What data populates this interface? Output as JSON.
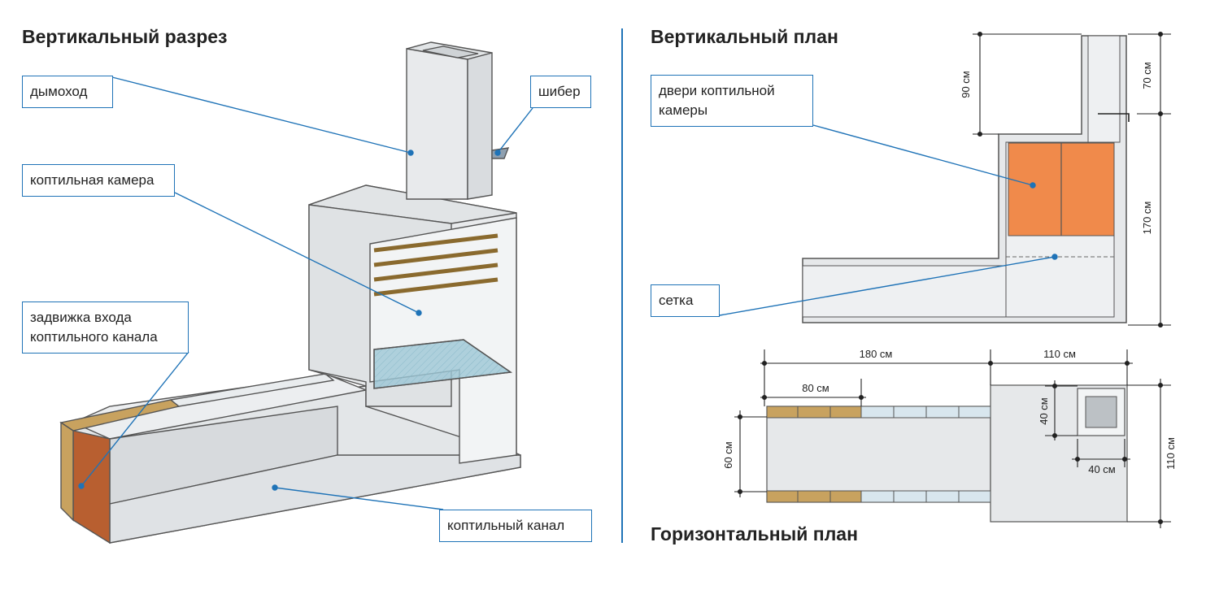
{
  "left": {
    "title": "Вертикальный разрез",
    "labels": {
      "chimney": "дымоход",
      "damper": "шибер",
      "chamber": "коптильная камера",
      "gate": "задвижка входа\nкоптильного канала",
      "channel": "коптильный канал"
    }
  },
  "right": {
    "vertical_plan_title": "Вертикальный план",
    "horizontal_plan_title": "Горизонтальный план",
    "labels": {
      "doors": "двери коптильной\nкамеры",
      "grid": "сетка"
    },
    "dimensions": {
      "d90": "90 см",
      "d70": "70 см",
      "d170": "170 см",
      "d180": "180 см",
      "d110_top": "110 см",
      "d80": "80 см",
      "d40_vert": "40 см",
      "d40_horz": "40 см",
      "d60": "60 см",
      "d110_side": "110 см"
    }
  },
  "colors": {
    "accent": "#1f73b7",
    "door_orange": "#f08a4b",
    "brick_tan": "#c8a25f",
    "concrete": "#e6e8ea",
    "glass": "#9cc7d6"
  }
}
